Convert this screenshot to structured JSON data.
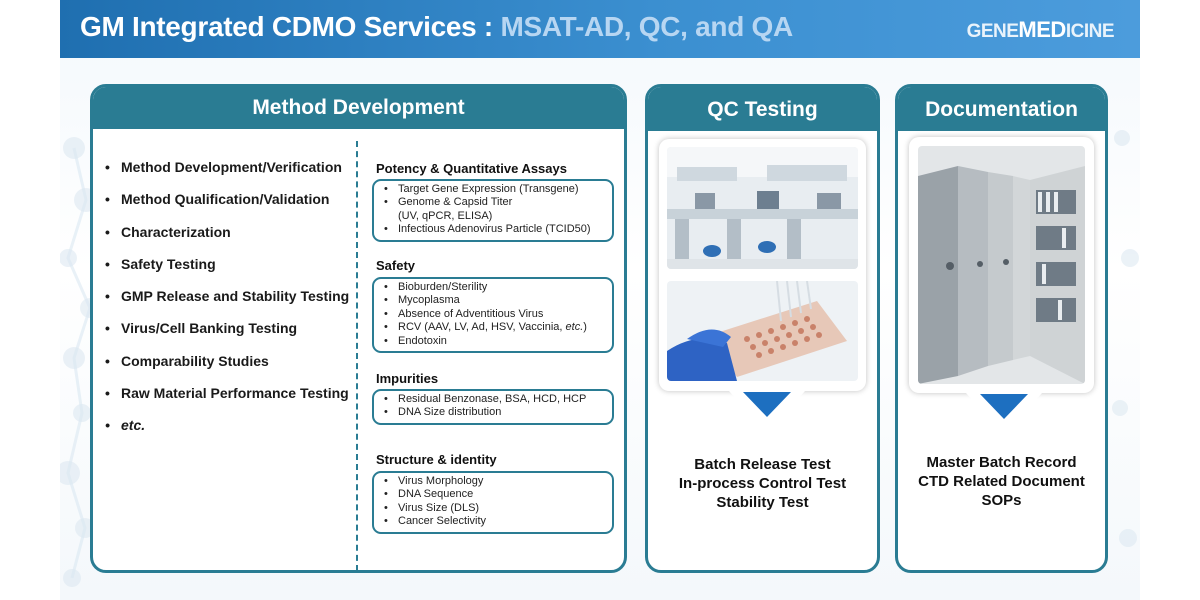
{
  "header": {
    "title_main": "GM Integrated CDMO Services : ",
    "title_accent": "MSAT-AD, QC, and QA",
    "logo_gene": "GENE",
    "logo_med": "MED",
    "logo_icine": "ICINE"
  },
  "method_development": {
    "title": "Method Development",
    "items": [
      "Method Development/Verification",
      "Method Qualification/Validation",
      "Characterization",
      "Safety Testing",
      "GMP Release and Stability Testing",
      "Virus/Cell Banking Testing",
      "Comparability Studies",
      "Raw Material Performance Testing",
      "etc."
    ],
    "potency": {
      "title": "Potency & Quantitative Assays",
      "items": [
        "Target Gene Expression (Transgene)",
        "Genome & Capsid Titer",
        "(UV, qPCR, ELISA)",
        "Infectious Adenovirus Particle (TCID50)"
      ]
    },
    "safety": {
      "title": "Safety",
      "items": [
        "Bioburden/Sterility",
        "Mycoplasma",
        "Absence of Adventitious Virus",
        "RCV (AAV, LV, Ad, HSV, Vaccinia, ",
        "etc.",
        ")",
        "Endotoxin"
      ]
    },
    "impurities": {
      "title": "Impurities",
      "items": [
        "Residual Benzonase, BSA, HCD, HCP",
        "DNA Size distribution"
      ]
    },
    "structure": {
      "title": "Structure & identity",
      "items": [
        "Virus Morphology",
        "DNA Sequence",
        "Virus Size (DLS)",
        "Cancer Selectivity"
      ]
    }
  },
  "qc_testing": {
    "title": "QC Testing",
    "lines": [
      "Batch Release Test",
      "In-process Control Test",
      "Stability Test"
    ]
  },
  "documentation": {
    "title": "Documentation",
    "lines": [
      "Master Batch Record",
      "CTD Related Document",
      "SOPs"
    ]
  },
  "colors": {
    "header_blue": "#2f84c6",
    "panel_teal": "#2a7c93",
    "pointer_blue": "#1d6fc0"
  }
}
